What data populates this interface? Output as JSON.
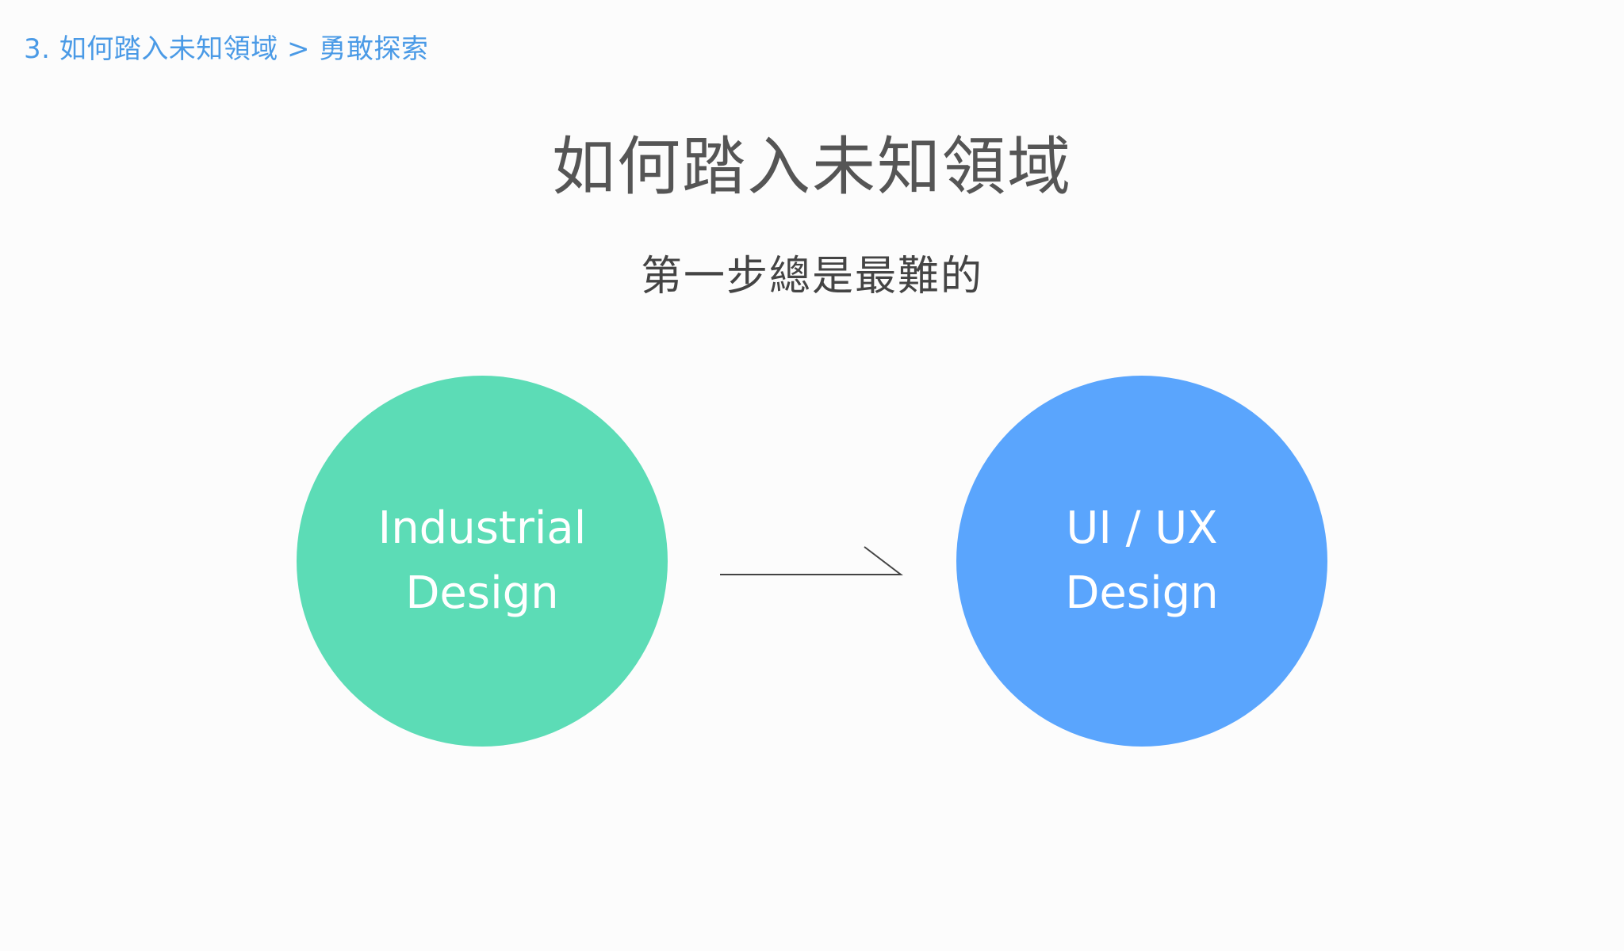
{
  "breadcrumb": "3. 如何踏入未知領域 > 勇敢探索",
  "title": "如何踏入未知領域",
  "subtitle": "第一步總是最難的",
  "diagram": {
    "from": {
      "line1": "Industrial",
      "line2": "Design",
      "color": "#5cdcb6"
    },
    "to": {
      "line1": "UI / UX",
      "line2": "Design",
      "color": "#5aa5fd"
    },
    "arrow_icon": "arrow-right-icon"
  },
  "colors": {
    "breadcrumb": "#4a9ae6",
    "title": "#555555",
    "background": "#fcfcfc"
  }
}
